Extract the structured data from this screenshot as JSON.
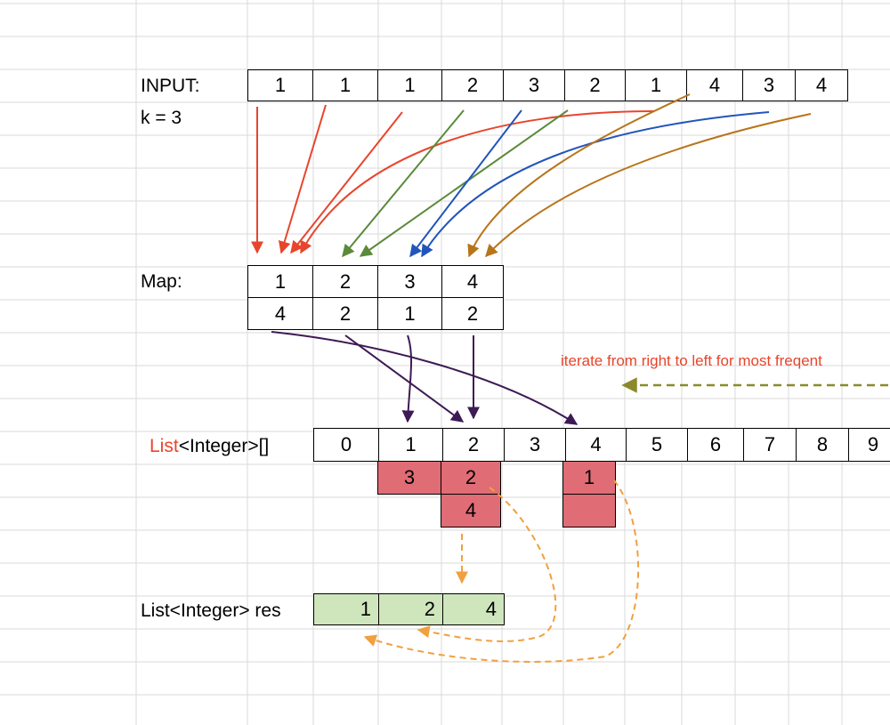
{
  "input": {
    "label": "INPUT:",
    "values": [
      "1",
      "1",
      "1",
      "2",
      "3",
      "2",
      "1",
      "4",
      "3",
      "4"
    ]
  },
  "k_label": "k = 3",
  "map": {
    "label": "Map:",
    "keys": [
      "1",
      "2",
      "3",
      "4"
    ],
    "counts": [
      "4",
      "2",
      "1",
      "2"
    ]
  },
  "buckets": {
    "label_red": "List",
    "label_rest": "<Integer>[]",
    "indices": [
      "0",
      "1",
      "2",
      "3",
      "4",
      "5",
      "6",
      "7",
      "8",
      "9"
    ],
    "contents": {
      "b1": [
        "3"
      ],
      "b2": [
        "2",
        "4"
      ],
      "b4": [
        "1",
        ""
      ]
    }
  },
  "res": {
    "label": "List<Integer> res",
    "values": [
      "1",
      "2",
      "4"
    ]
  },
  "annotation": "iterate from right to left for most freqent",
  "colors": {
    "red_arrow": "#e8452c",
    "green_arrow": "#5a8a3a",
    "blue_arrow": "#2255bb",
    "brown_arrow": "#b8741a",
    "purple_arrow": "#3d1a55",
    "olive_dash": "#8a8a2a",
    "orange_dash": "#f0a040",
    "bucket_fill": "#e06c75",
    "res_fill": "#cfe6bd",
    "label_red": "#e8452c"
  }
}
